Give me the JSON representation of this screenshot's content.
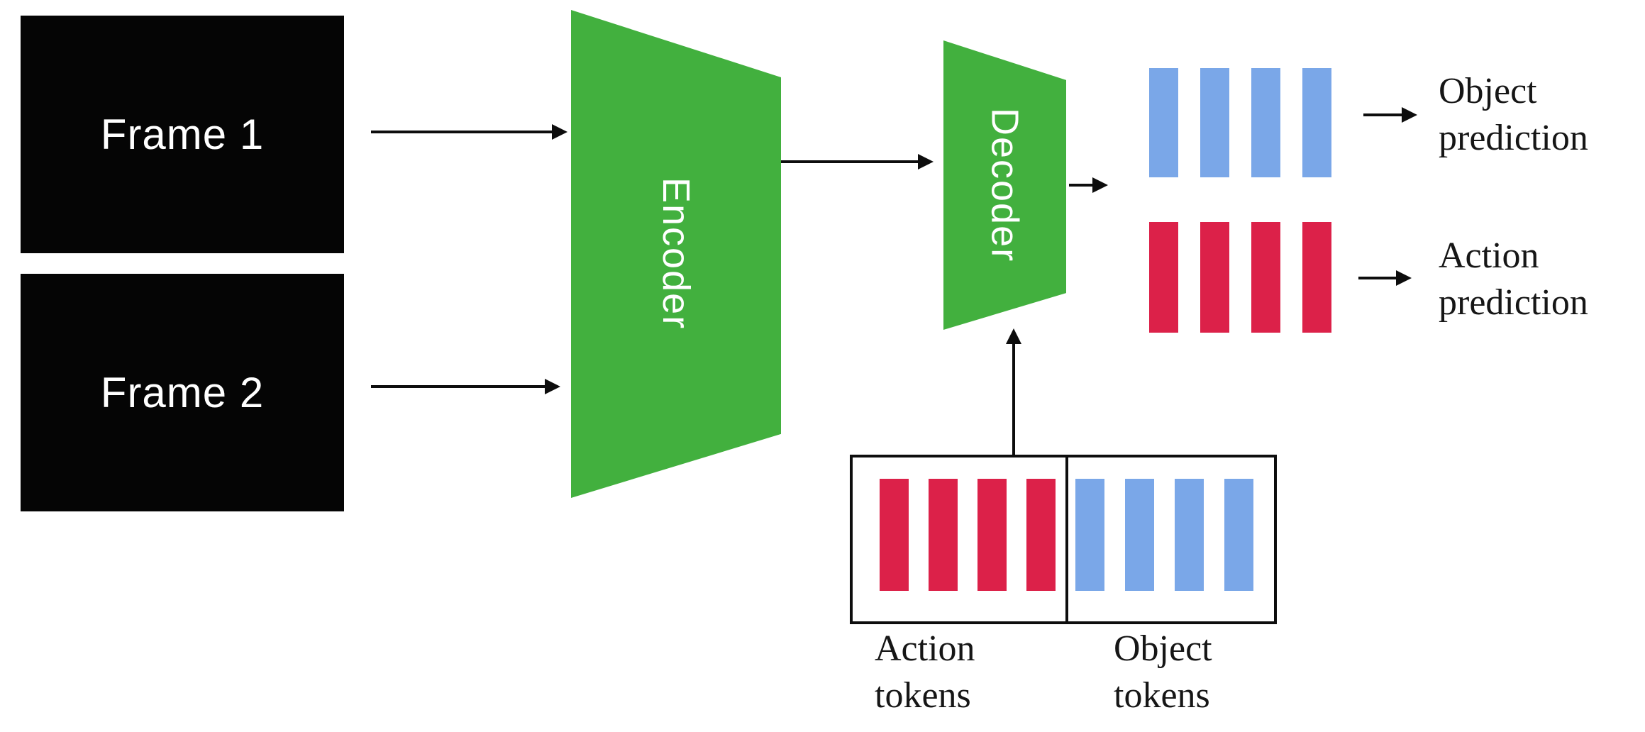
{
  "diagram": {
    "frames": {
      "frame1": "Frame 1",
      "frame2": "Frame 2"
    },
    "encoder_label": "Encoder",
    "decoder_label": "Decoder",
    "predictions": {
      "object": {
        "line1": "Object",
        "line2": "prediction"
      },
      "action": {
        "line1": "Action",
        "line2": "prediction"
      }
    },
    "token_box_labels": {
      "action": {
        "line1": "Action",
        "line2": "tokens"
      },
      "object": {
        "line1": "Object",
        "line2": "tokens"
      }
    },
    "token_groups": {
      "object_output": {
        "count": 4,
        "color": "blue"
      },
      "action_output": {
        "count": 4,
        "color": "red"
      },
      "action_input": {
        "count": 4,
        "color": "red"
      },
      "object_input": {
        "count": 4,
        "color": "blue"
      }
    },
    "colors": {
      "green": "#42b03e",
      "red": "#dc2149",
      "blue": "#7aa7e8",
      "black": "#050505"
    }
  }
}
